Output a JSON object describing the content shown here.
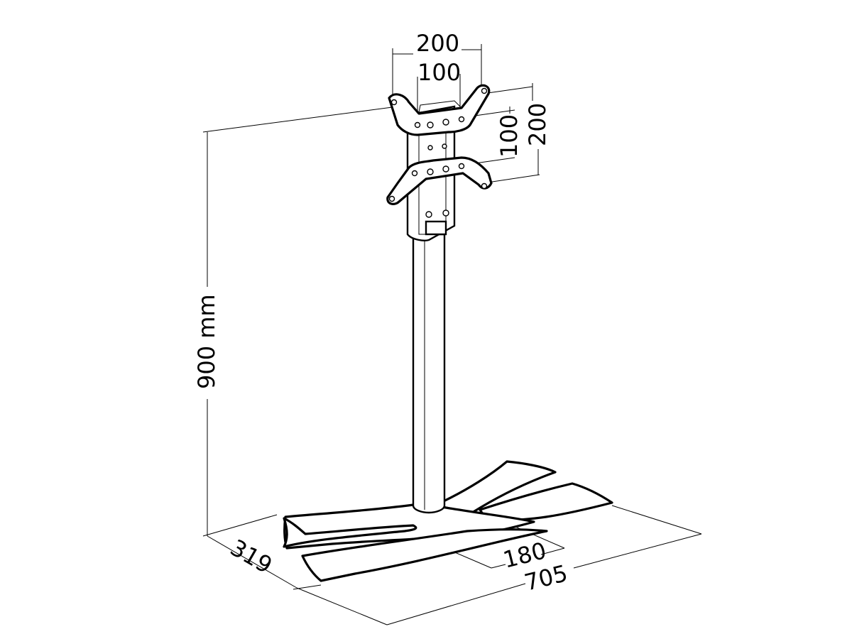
{
  "dimensions": {
    "vesa_width_outer": "200",
    "vesa_width_inner": "100",
    "vesa_height_inner": "100",
    "vesa_height_outer": "200",
    "height": "900 mm",
    "base_depth": "319",
    "base_foot_gap": "180",
    "base_width": "705"
  },
  "colors": {
    "line": "#000000",
    "background": "#ffffff"
  }
}
